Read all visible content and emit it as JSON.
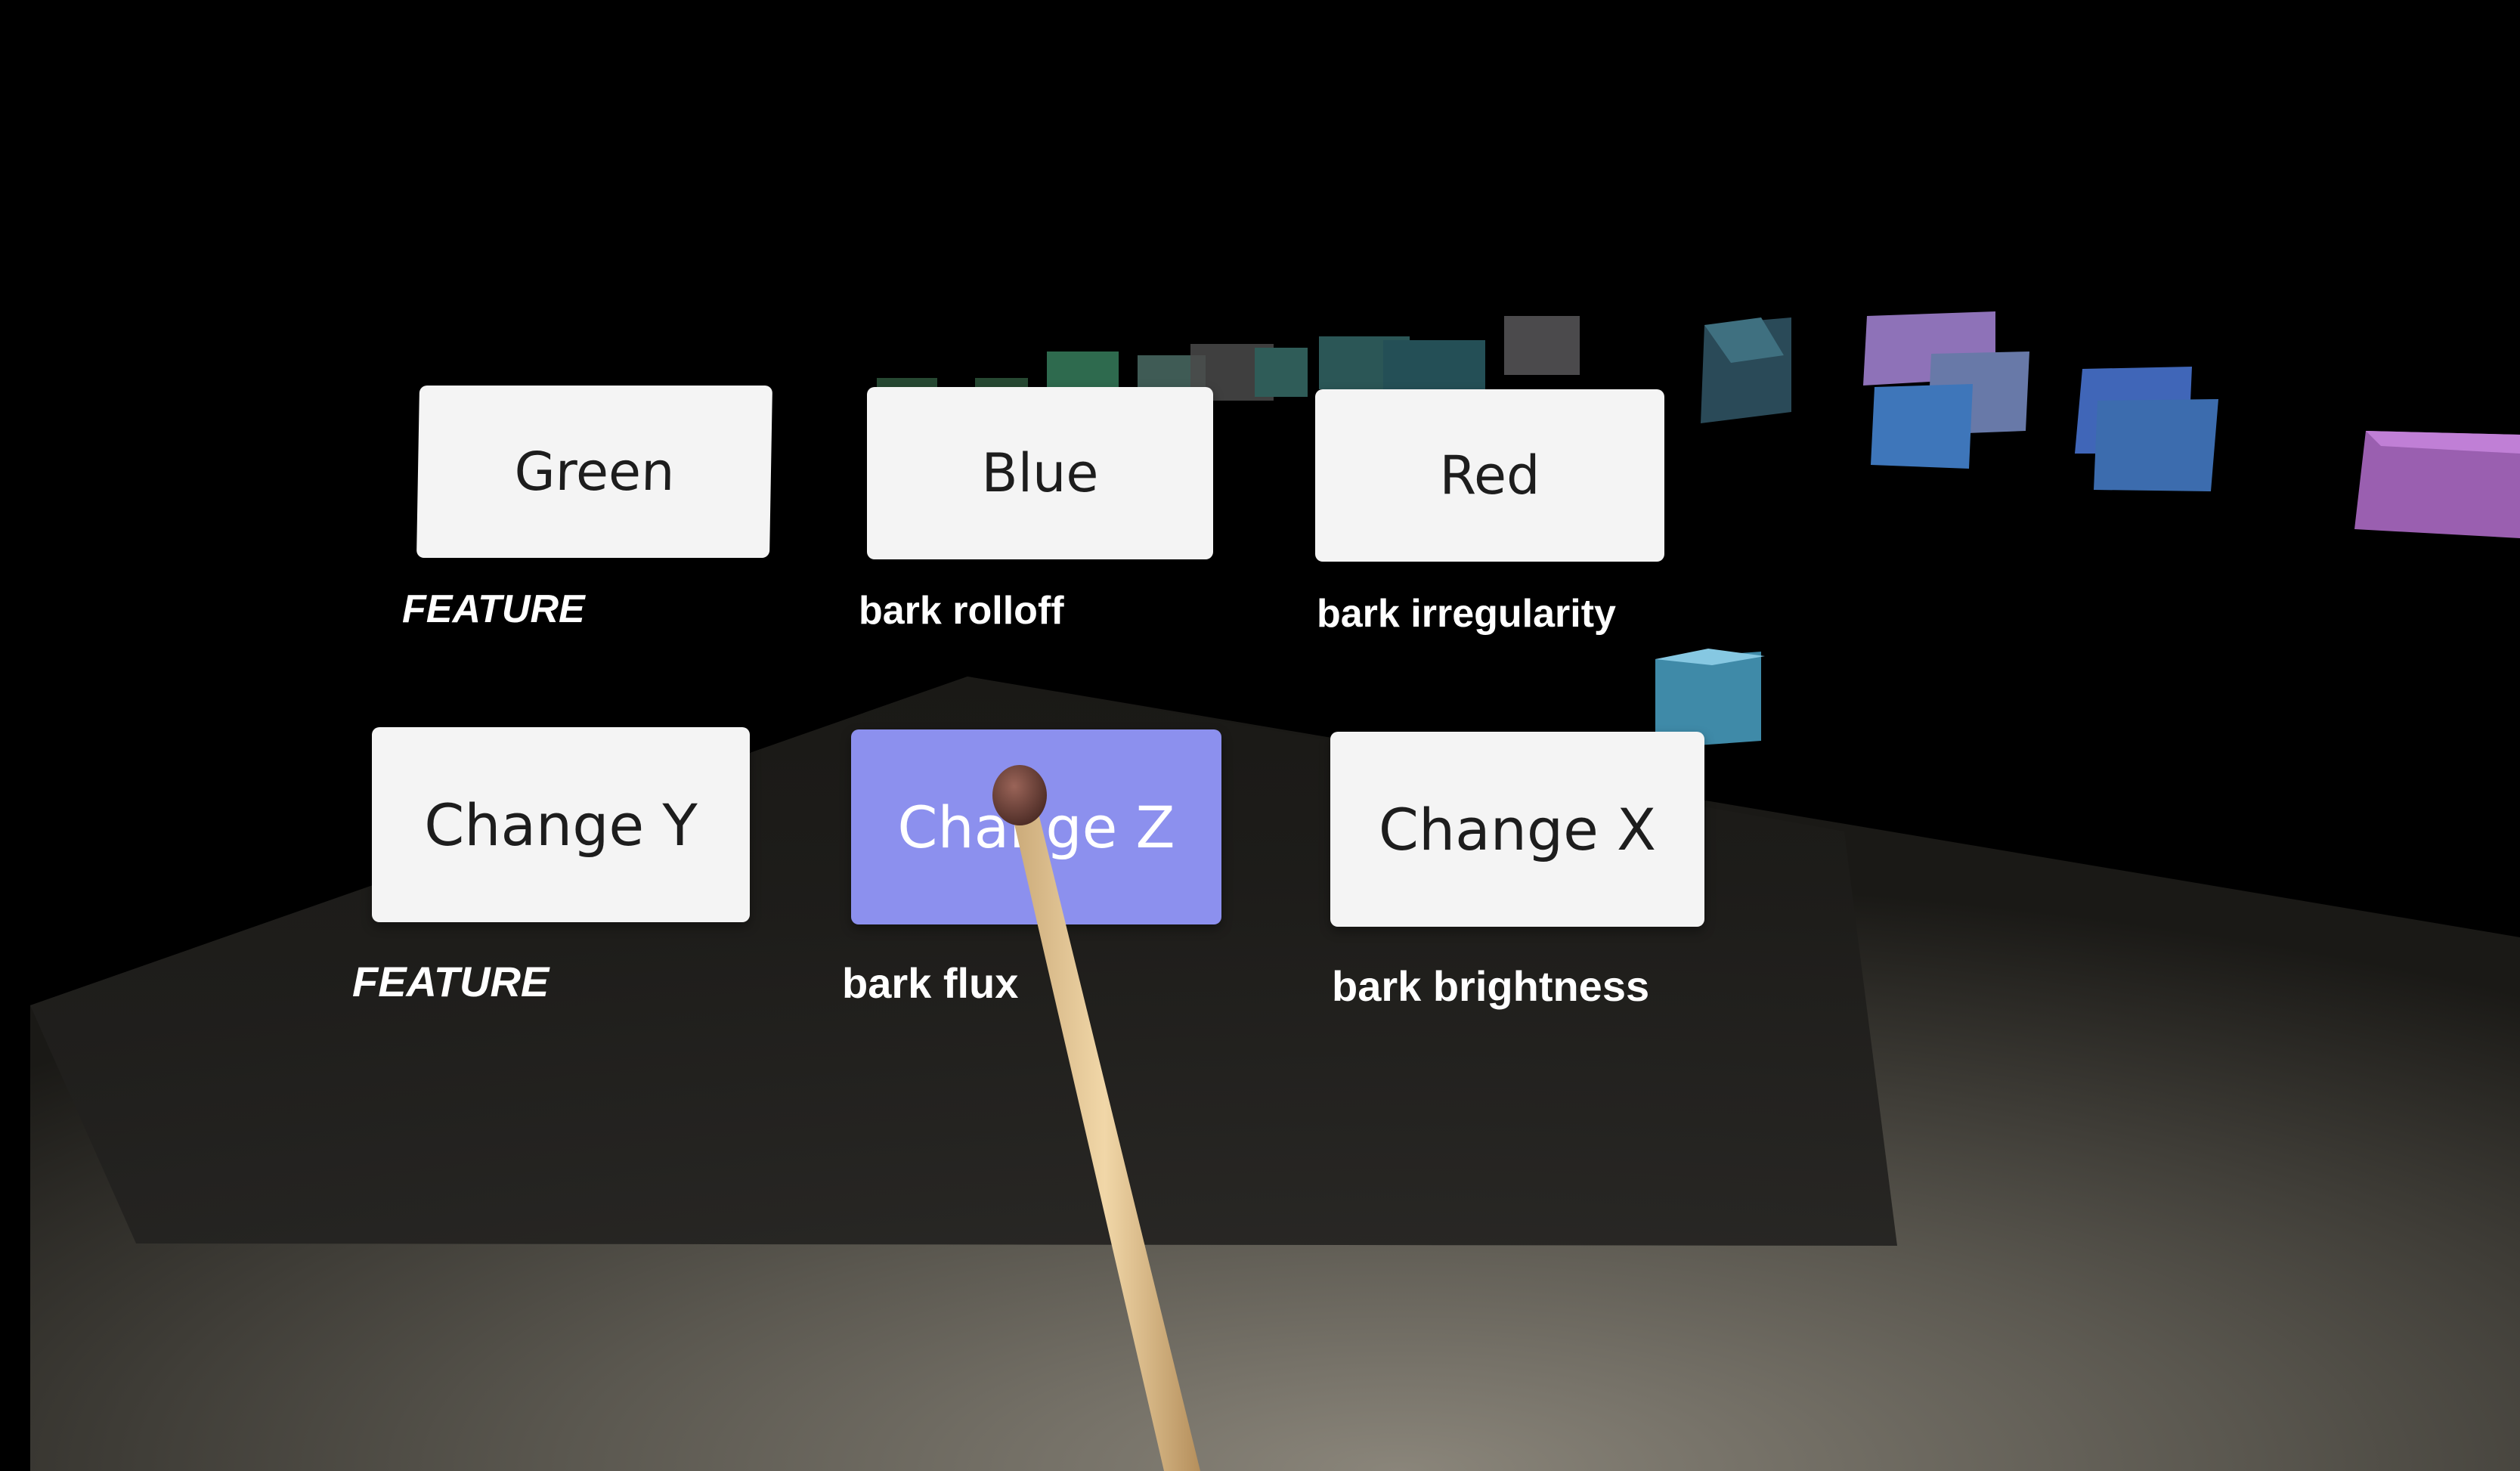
{
  "panel": {
    "row1": [
      {
        "label": "Green",
        "caption": "FEATURE",
        "caption_italic": true
      },
      {
        "label": "Blue",
        "caption": "bark rolloff",
        "caption_italic": false
      },
      {
        "label": "Red",
        "caption": "bark irregularity",
        "caption_italic": false
      }
    ],
    "row2": [
      {
        "label": "Change Y",
        "caption": "FEATURE",
        "caption_italic": true
      },
      {
        "label": "Change Z",
        "caption": "bark flux",
        "caption_italic": false,
        "active": true
      },
      {
        "label": "Change X",
        "caption": "bark brightness",
        "caption_italic": false
      }
    ]
  },
  "colors": {
    "button_bg": "#f4f4f4",
    "button_active_bg": "#8c90ee",
    "caption_text": "#ffffff",
    "background": "#000000"
  },
  "icons": {
    "pointer": "vr-controller-stick-icon",
    "data_cubes": "cube-icon"
  }
}
